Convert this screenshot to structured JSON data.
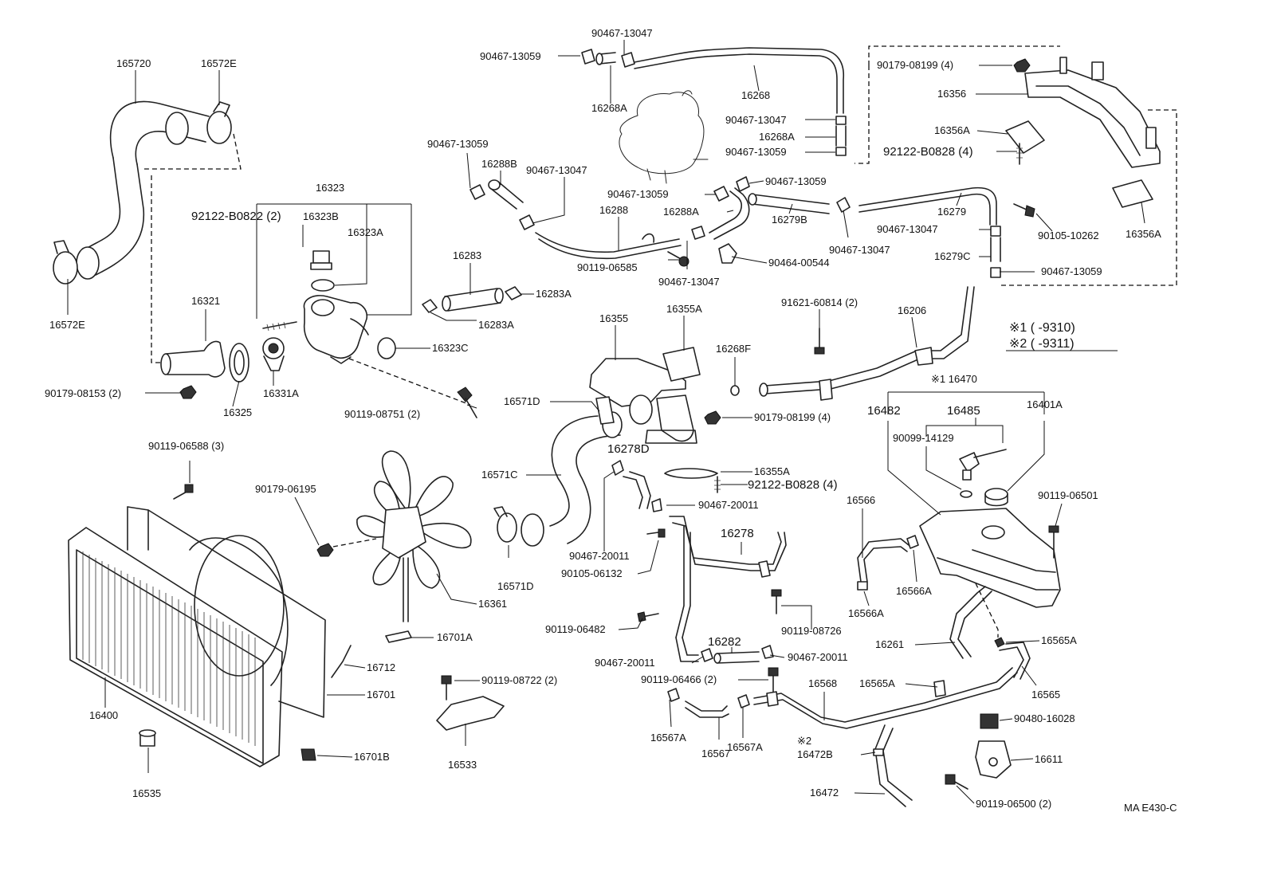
{
  "diagram": {
    "labels": [
      "165720",
      "16572E",
      "16572E",
      "16323",
      "92122-B0822 (2)",
      "16323B",
      "16323A",
      "16321",
      "90179-08153 (2)",
      "16325",
      "16331A",
      "16323C",
      "90119-08751 (2)",
      "16283",
      "16283A",
      "16283A",
      "90467-13047",
      "90467-13059",
      "16268A",
      "16268",
      "90467-13047",
      "16268A",
      "90467-13059",
      "90467-13059",
      "16288B",
      "90467-13047",
      "16288",
      "90467-13059",
      "90467-13059",
      "16288A",
      "16279B",
      "16279",
      "90119-06585",
      "90467-13047",
      "90464-00544",
      "90467-13047",
      "90467-13047",
      "16279C",
      "90467-13059",
      "90179-08199 (4)",
      "16356",
      "16356A",
      "92122-B0828 (4)",
      "90105-10262",
      "16356A",
      "16355",
      "16355A",
      "16268F",
      "91621-60814 (2)",
      "16206",
      "16571D",
      "90179-08199 (4)",
      "16278D",
      "16355A",
      "92122-B0828 (4)",
      "16571C",
      "90467-20011",
      "16571D",
      "90467-20011",
      "90105-06132",
      "16278",
      "90119-06482",
      "90119-08726",
      "16282",
      "90467-20011",
      "90467-20011",
      "90119-06466 (2)",
      "16568",
      "16567A",
      "16567",
      "16567A",
      "※2",
      "16472B",
      "16472",
      "※1 16470",
      "16482",
      "16485",
      "16401A",
      "90099-14129",
      "16566",
      "90119-06501",
      "16566A",
      "16566A",
      "16261",
      "16565A",
      "16565A",
      "16565",
      "90480-16028",
      "16611",
      "90119-06500 (2)",
      "90119-06588 (3)",
      "90179-06195",
      "16361",
      "16701A",
      "16712",
      "16701",
      "90119-08722 (2)",
      "16400",
      "16533",
      "16701B",
      "16535"
    ],
    "notes": [
      "※1 ( -9310)",
      "※2 ( -9311)"
    ],
    "drawing_code": "MA E430-C"
  }
}
